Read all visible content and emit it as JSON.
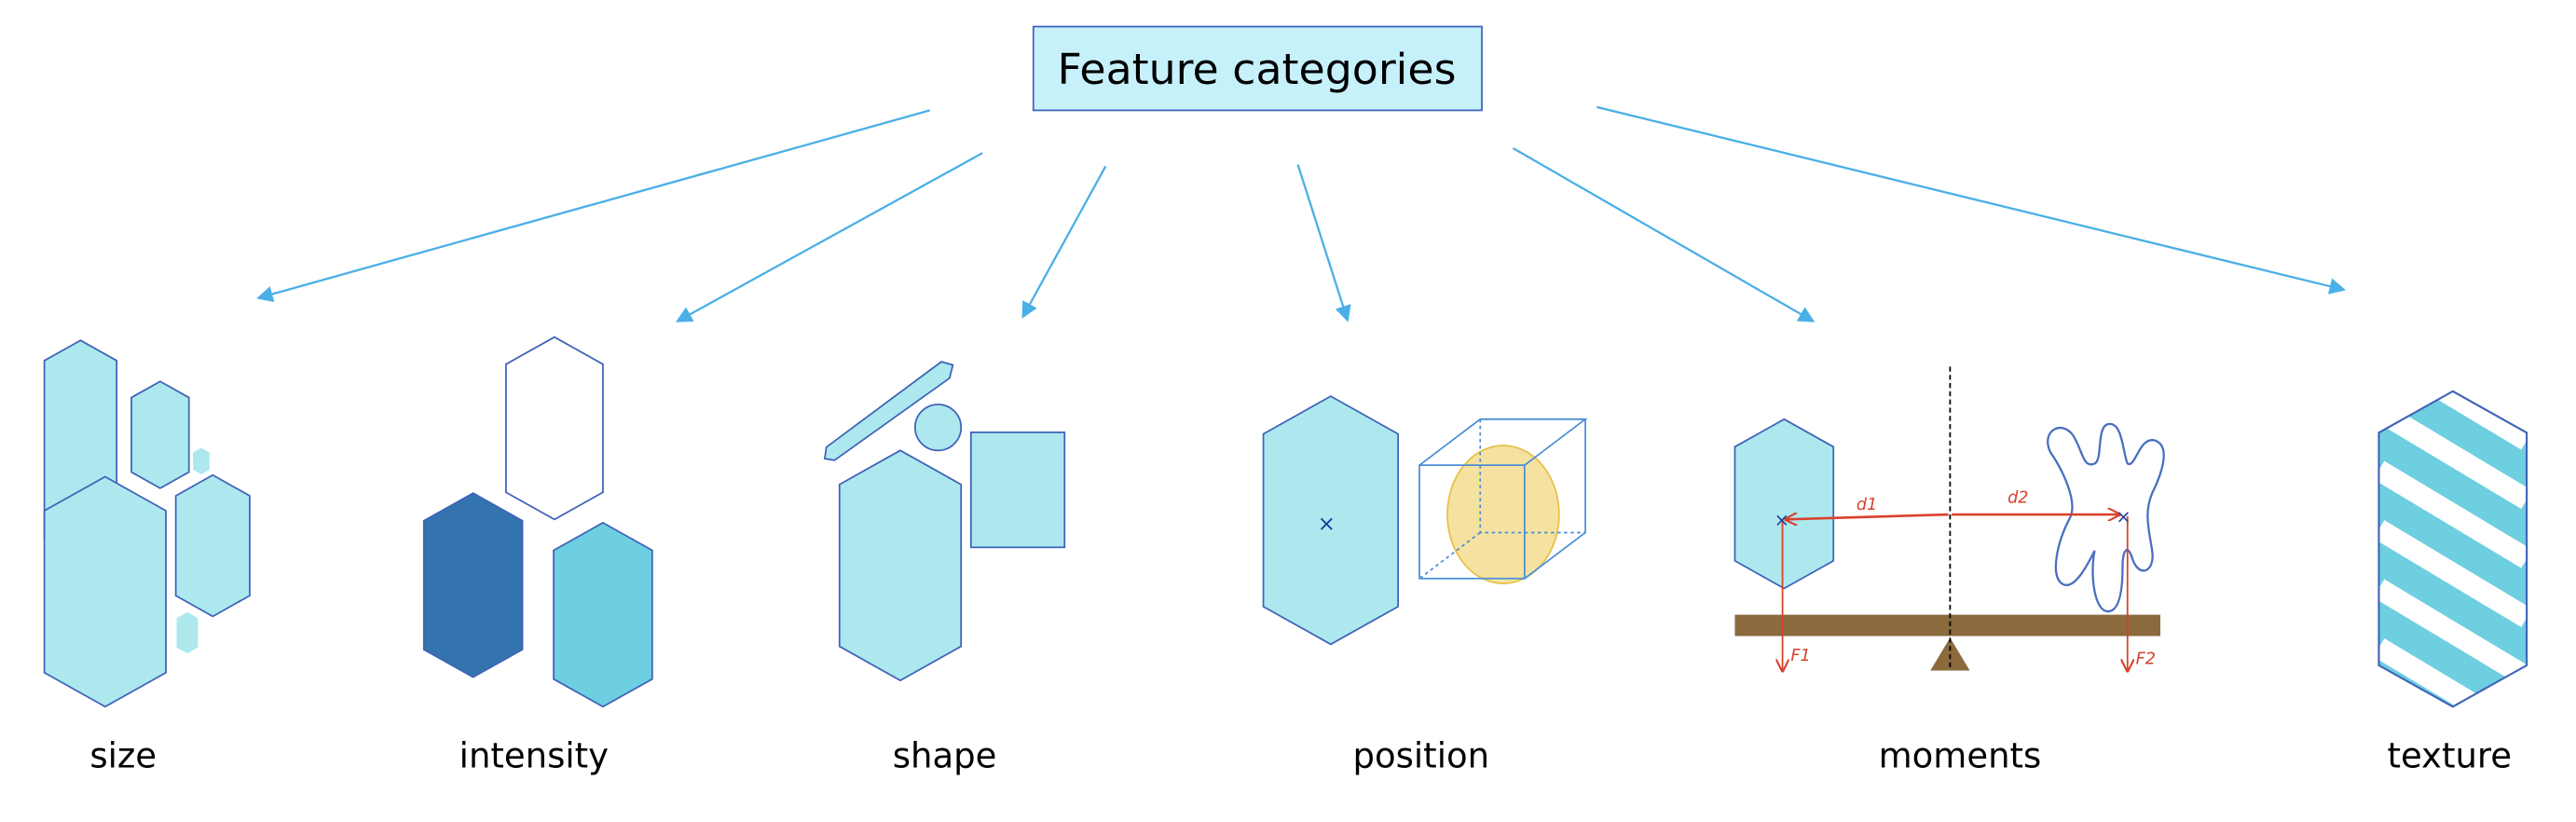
{
  "title": "Feature categories",
  "categories": [
    {
      "id": "size",
      "label": "size"
    },
    {
      "id": "intensity",
      "label": "intensity"
    },
    {
      "id": "shape",
      "label": "shape"
    },
    {
      "id": "position",
      "label": "position"
    },
    {
      "id": "moments",
      "label": "moments"
    },
    {
      "id": "texture",
      "label": "texture"
    }
  ],
  "moments": {
    "d1": "d1",
    "d2": "d2",
    "f1": "F1",
    "f2": "F2"
  },
  "colors": {
    "cell_fill": "#ade8ef",
    "cell_stroke": "#3f63b8",
    "arrow": "#4aafe6",
    "title_fill": "#c6f1fb",
    "intensity_dark": "#3373ae",
    "intensity_mid": "#6dcfe0",
    "texture_fill": "#6dcfe0",
    "centroid_region": "#f5e2a0",
    "balance_beam": "#8b6a3e",
    "force_lines": "#d8412c"
  }
}
